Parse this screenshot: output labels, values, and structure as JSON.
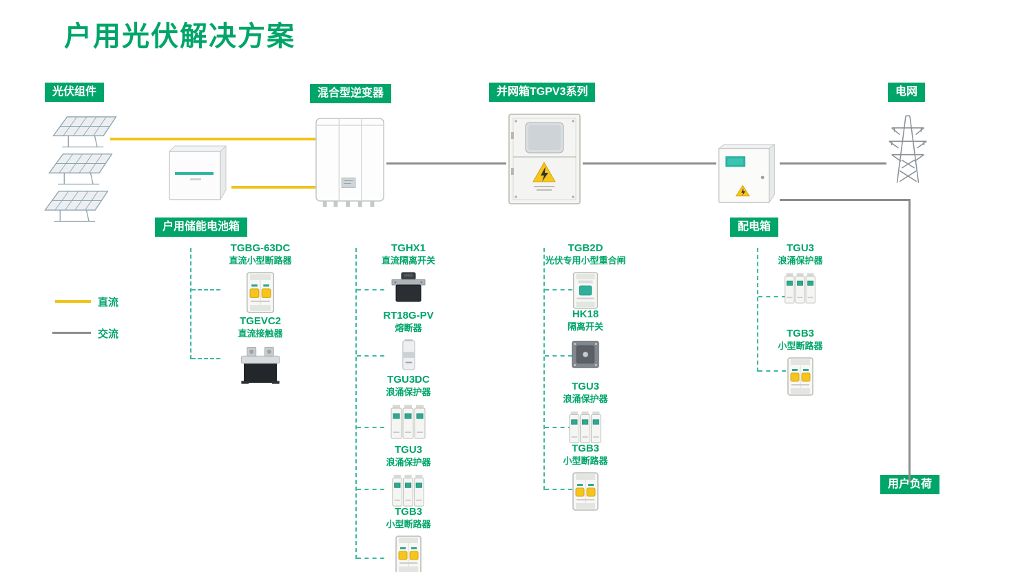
{
  "title": "户用光伏解决方案",
  "colors": {
    "brand_green": "#00a56a",
    "dash_teal": "#3cb8a0",
    "dc_line_yellow": "#efc319",
    "ac_line_gray": "#8c8c8c"
  },
  "tags": {
    "pv_modules": "光伏组件",
    "inverter": "混合型逆变器",
    "grid_box": "并网箱TGPV3系列",
    "grid": "电网",
    "battery_box": "户用储能电池箱",
    "distribution_box": "配电箱",
    "user_load": "用户负荷"
  },
  "legend": {
    "dc": "直流",
    "ac": "交流"
  },
  "products": {
    "battery": [
      {
        "model": "TGBG-63DC",
        "desc": "直流小型断路器",
        "icon": "#sym-breaker2p"
      },
      {
        "model": "TGEVC2",
        "desc": "直流接触器",
        "icon": "#sym-contactor"
      }
    ],
    "inverter": [
      {
        "model": "TGHX1",
        "desc": "直流隔离开关",
        "icon": "#sym-iso"
      },
      {
        "model": "RT18G-PV",
        "desc": "熔断器",
        "icon": "#sym-fuse"
      },
      {
        "model": "TGU3DC",
        "desc": "浪涌保护器",
        "icon": "#sym-spd"
      },
      {
        "model": "TGU3",
        "desc": "浪涌保护器",
        "icon": "#sym-spd"
      },
      {
        "model": "TGB3",
        "desc": "小型断路器",
        "icon": "#sym-breaker2p"
      }
    ],
    "grid_box": [
      {
        "model": "TGB2D",
        "desc": "光伏专用小型重合闸",
        "icon": "#sym-recloser"
      },
      {
        "model": "HK18",
        "desc": "隔离开关",
        "icon": "#sym-hk18"
      },
      {
        "model": "TGU3",
        "desc": "浪涌保护器",
        "icon": "#sym-spd"
      },
      {
        "model": "TGB3",
        "desc": "小型断路器",
        "icon": "#sym-breaker2p"
      }
    ],
    "distribution_box": [
      {
        "model": "TGU3",
        "desc": "浪涌保护器",
        "icon": "#sym-spd"
      },
      {
        "model": "TGB3",
        "desc": "小型断路器",
        "icon": "#sym-breaker2p"
      }
    ]
  }
}
